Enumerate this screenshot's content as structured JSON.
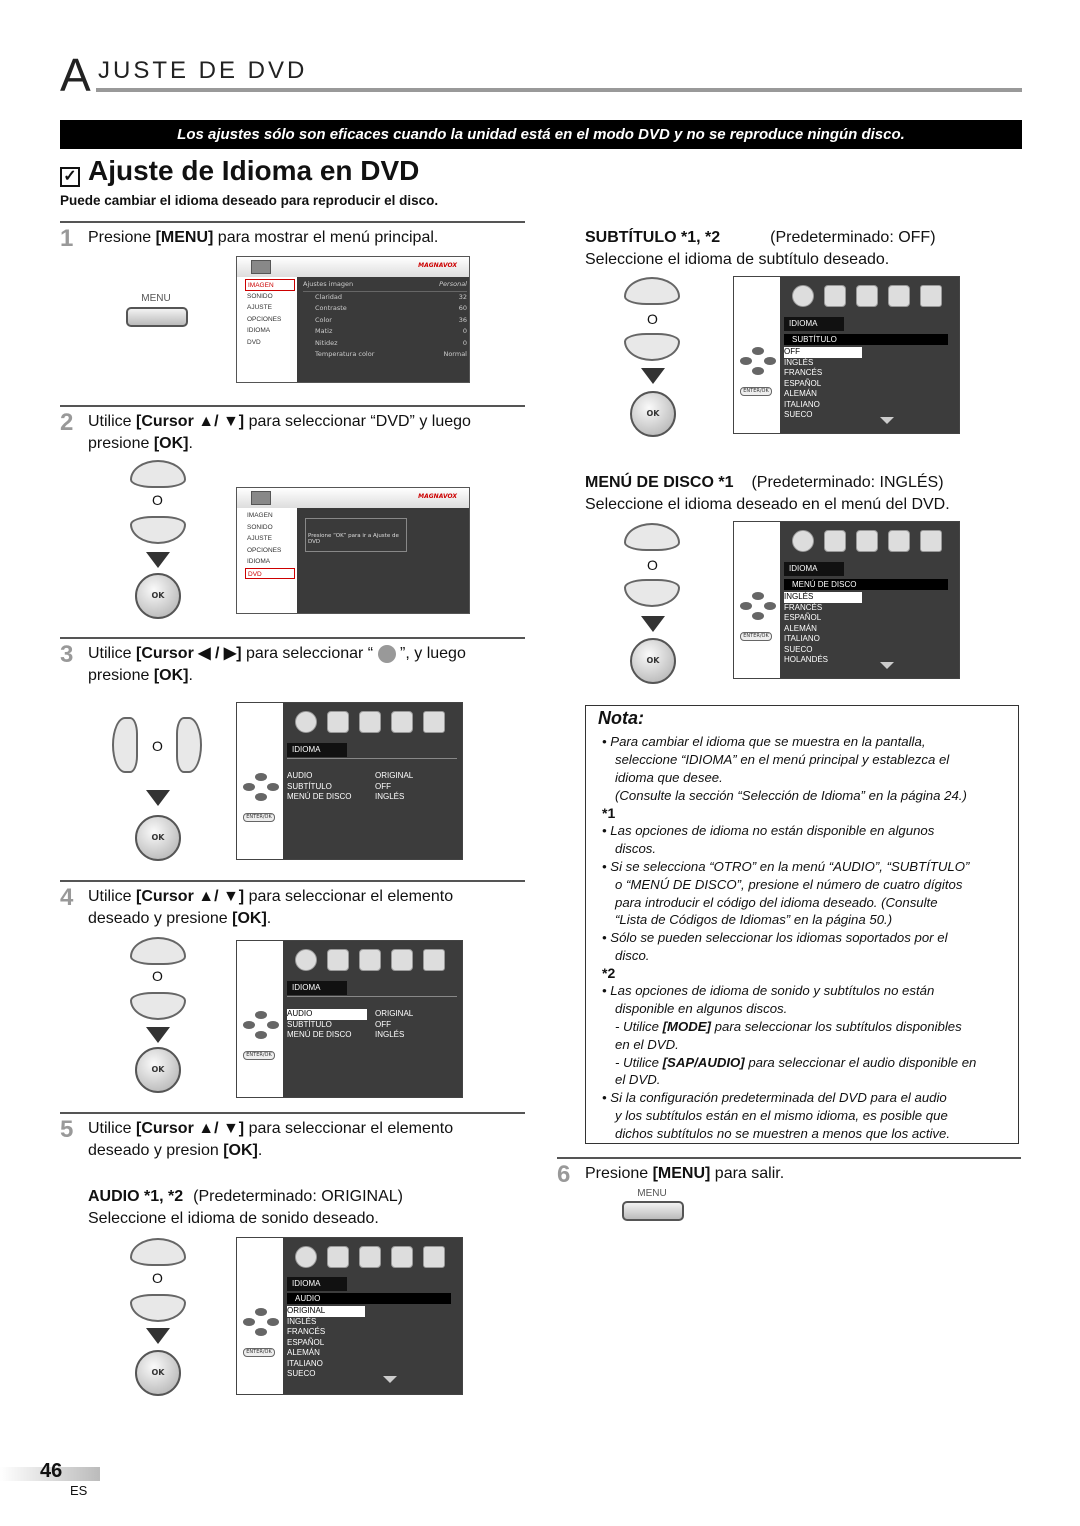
{
  "header": {
    "big_letter": "A",
    "rest": "JUSTE DE DVD"
  },
  "banner": "Los ajustes sólo son eficaces cuando la unidad está en el modo DVD y no se reproduce ningún disco.",
  "section": {
    "checkbox": "☑",
    "title": "Ajuste de Idioma en DVD",
    "subtitle": "Puede cambiar el idioma deseado para reproducir el disco."
  },
  "steps": {
    "s1": {
      "num": "1",
      "pre": "Presione ",
      "key": "[MENU]",
      "post": " para mostrar el menú principal."
    },
    "s2": {
      "num": "2",
      "line1_pre": "Utilice ",
      "line1_key": "[Cursor ▲/ ▼]",
      "line1_post": " para seleccionar “DVD” y luego",
      "line2_pre": "presione ",
      "line2_key": "[OK]",
      "line2_post": "."
    },
    "s3": {
      "num": "3",
      "line1_pre": "Utilice ",
      "line1_key": "[Cursor ◀ / ▶]",
      "line1_mid": " para seleccionar “ ",
      "line1_post": " ”, y luego",
      "line2_pre": "presione ",
      "line2_key": "[OK]",
      "line2_post": "."
    },
    "s4": {
      "num": "4",
      "line1_pre": "Utilice ",
      "line1_key": "[Cursor ▲/ ▼]",
      "line1_post": " para seleccionar el elemento",
      "line2_pre": "deseado y presione ",
      "line2_key": "[OK]",
      "line2_post": "."
    },
    "s5": {
      "num": "5",
      "line1_pre": "Utilice ",
      "line1_key": "[Cursor ▲/ ▼]",
      "line1_post": " para seleccionar el elemento",
      "line2_pre": "deseado y presion ",
      "line2_key": "[OK]",
      "line2_post": "."
    },
    "s6": {
      "num": "6",
      "pre": "Presione ",
      "key": "[MENU]",
      "post": " para salir."
    }
  },
  "audio": {
    "label": "AUDIO *1, *2",
    "default": "(Predeterminado: ORIGINAL)",
    "desc": "Seleccione el idioma de sonido deseado."
  },
  "subtitulo": {
    "label": "SUBTÍTULO *1, *2",
    "default": "(Predeterminado: OFF)",
    "desc": "Seleccione el idioma de subtítulo deseado."
  },
  "menu_disco": {
    "label": "MENÚ DE DISCO *1",
    "default": "(Predeterminado: INGLÉS)",
    "desc": "Seleccione el idioma deseado en el menú del DVD."
  },
  "remote": {
    "menu_label": "MENU",
    "o": "O",
    "ok": "OK",
    "enter": "ENTER/OK"
  },
  "tv_menu": {
    "brand": "MAGNAVOX",
    "items": [
      "IMAGEN",
      "SONIDO",
      "AJUSTE",
      "OPCIONES",
      "IDIOMA",
      "DVD"
    ],
    "picture_rows": [
      [
        "Ajustes imagen",
        "Personal"
      ],
      [
        "Claridad",
        "32"
      ],
      [
        "Contraste",
        "60"
      ],
      [
        "Color",
        "36"
      ],
      [
        "Matiz",
        "0"
      ],
      [
        "Nitidez",
        "0"
      ],
      [
        "Temperatura color",
        "Normal"
      ]
    ],
    "dvd_msg": "Presione “OK” para ir a Ajuste de DVD"
  },
  "dvd_menu": {
    "tab": "IDIOMA",
    "rows": [
      [
        "AUDIO",
        "ORIGINAL"
      ],
      [
        "SUBTÍTULO",
        "OFF"
      ],
      [
        "MENÚ DE DISCO",
        "INGLÉS"
      ]
    ],
    "audio_header": "AUDIO",
    "audio_opts": [
      "ORIGINAL",
      "INGLÉS",
      "FRANCÉS",
      "ESPAÑOL",
      "ALEMÁN",
      "ITALIANO",
      "SUECO"
    ],
    "sub_header": "SUBTÍTULO",
    "sub_opts": [
      "OFF",
      "INGLÉS",
      "FRANCÉS",
      "ESPAÑOL",
      "ALEMÁN",
      "ITALIANO",
      "SUECO"
    ],
    "disc_header": "MENÚ DE DISCO",
    "disc_opts": [
      "INGLÉS",
      "FRANCÉS",
      "ESPAÑOL",
      "ALEMÁN",
      "ITALIANO",
      "SUECO",
      "HOLANDÉS"
    ]
  },
  "nota": {
    "title": "Nota:",
    "l1": "•  Para cambiar el idioma que se muestra en la pantalla,",
    "l2": "seleccione “IDIOMA” en el menú principal y establezca el",
    "l3": "idioma que desee.",
    "l4": "(Consulte la sección “Selección de Idioma” en la página 24.)",
    "m1": "*1",
    "l5": "•  Las opciones de idioma no están disponible en algunos",
    "l6": "discos.",
    "l7": "•  Si se selecciona “OTRO” en la menú “AUDIO”, “SUBTÍTULO”",
    "l8": "o “MENÚ DE DISCO”, presione el número de cuatro dígitos",
    "l9": "para introducir el código del idioma deseado. (Consulte",
    "l10": "“Lista de Códigos de Idiomas” en la página 50.)",
    "l11": "•  Sólo se pueden seleccionar los idiomas soportados por el",
    "l12": "disco.",
    "m2": "*2",
    "l13": "•  Las opciones de idioma de sonido y subtítulos no están",
    "l14": "disponible en algunos discos.",
    "l15a": "- Utilice ",
    "l15k": "[MODE]",
    "l15b": " para seleccionar los subtítulos disponibles",
    "l16": "en el DVD.",
    "l17a": "- Utilice ",
    "l17k": "[SAP/AUDIO]",
    "l17b": " para seleccionar el audio disponible en",
    "l18": "el DVD.",
    "l19": "•  Si la configuración predeterminada del DVD para el audio",
    "l20": "y los subtítulos están en el mismo idioma, es posible que",
    "l21": "dichos subtítulos no se muestren a menos que los active."
  },
  "footer": {
    "page": "46",
    "lang": "ES"
  }
}
